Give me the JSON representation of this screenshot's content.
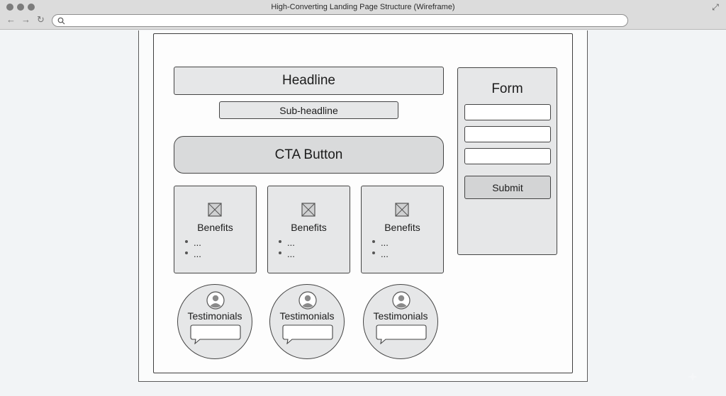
{
  "window": {
    "title": "High-Converting Landing Page Structure (Wireframe)"
  },
  "icons": {
    "expand": "expand-icon",
    "back": "back-arrow-icon",
    "forward": "forward-arrow-icon",
    "reload": "reload-icon",
    "search": "search-icon",
    "image": "image-placeholder-icon",
    "avatar": "user-avatar-icon",
    "chat": "speech-bubble-icon"
  },
  "colors": {
    "block_fill": "#e6e7e8",
    "outline": "#444444",
    "cta_fill": "#d9dadb",
    "chrome": "#dcdcdc"
  },
  "hero": {
    "headline": "Headline",
    "subheadline": "Sub-headline",
    "cta": "CTA Button"
  },
  "benefits": [
    {
      "title": "Benefits",
      "bullets": [
        "...",
        "..."
      ]
    },
    {
      "title": "Benefits",
      "bullets": [
        "...",
        "..."
      ]
    },
    {
      "title": "Benefits",
      "bullets": [
        "...",
        "..."
      ]
    }
  ],
  "testimonials": [
    {
      "title": "Testimonials"
    },
    {
      "title": "Testimonials"
    },
    {
      "title": "Testimonials"
    }
  ],
  "form": {
    "title": "Form",
    "fields": [
      "",
      "",
      ""
    ],
    "submit": "Submit"
  }
}
